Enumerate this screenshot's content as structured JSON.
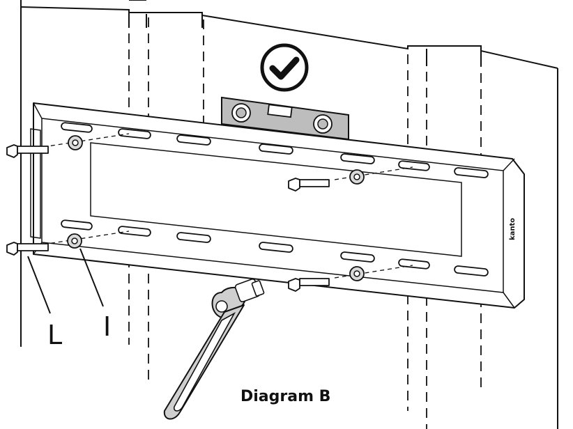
{
  "diagram": {
    "caption": "Diagram B",
    "parts": {
      "bolt_label": "L",
      "washer_label": "I"
    },
    "bracket_brand": "kanto",
    "check_icon": "check-circle-icon",
    "level_icon": "spirit-level-icon",
    "wrench_icon": "socket-wrench-icon"
  }
}
